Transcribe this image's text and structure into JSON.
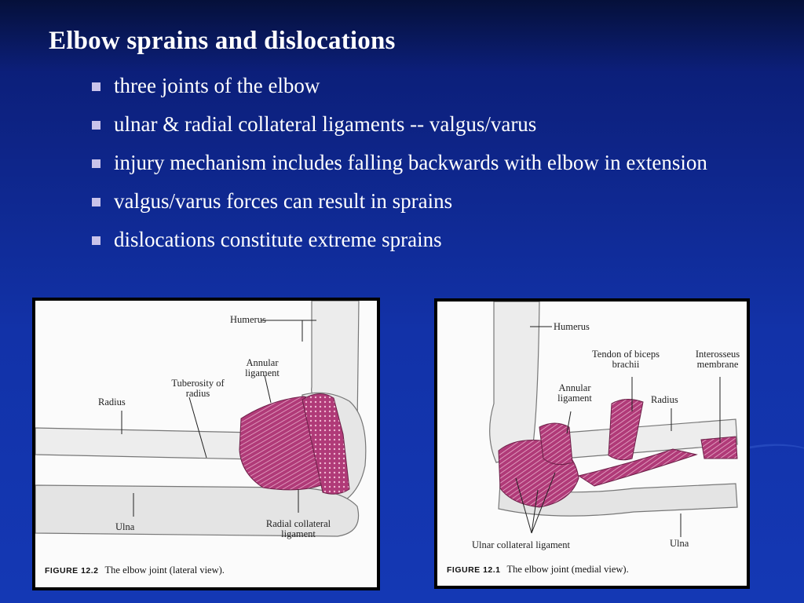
{
  "slide": {
    "title": "Elbow sprains and dislocations",
    "bullets": [
      "three joints of the elbow",
      "ulnar & radial collateral ligaments -- valgus/varus",
      "injury mechanism includes falling backwards with elbow in extension",
      "valgus/varus forces can result in sprains",
      "dislocations constitute extreme sprains"
    ]
  },
  "figure_left": {
    "labels": {
      "humerus": "Humerus",
      "annular": "Annular ligament",
      "tuberosity": "Tuberosity of radius",
      "radius": "Radius",
      "ulna": "Ulna",
      "radial_collateral": "Radial collateral ligament"
    },
    "caption_number": "FIGURE 12.2",
    "caption_text": "The elbow joint (lateral view)."
  },
  "figure_right": {
    "labels": {
      "humerus": "Humerus",
      "tendon": "Tendon of biceps brachii",
      "interosseus": "Interosseus membrane",
      "annular": "Annular ligament",
      "radius": "Radius",
      "ulnar_collateral": "Ulnar collateral ligament",
      "ulna": "Ulna"
    },
    "caption_number": "FIGURE 12.1",
    "caption_text": "The elbow joint (medial view)."
  },
  "colors": {
    "background": "#1232a8",
    "title": "#ffffff",
    "bullet_marker": "#c9c3ea",
    "ligament": "#b03a78"
  }
}
